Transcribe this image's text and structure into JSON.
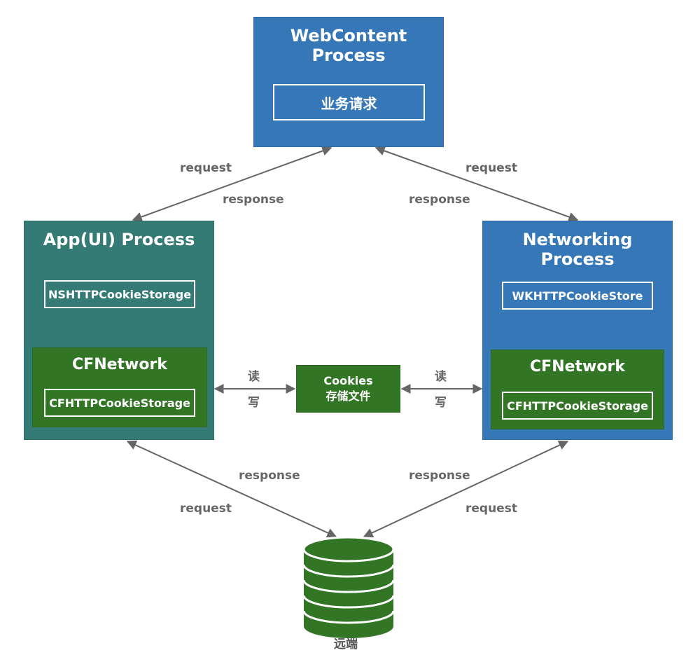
{
  "webcontent": {
    "title": "WebContent Process",
    "inner": "业务请求"
  },
  "app": {
    "title": "App(UI) Process",
    "storage": "NSHTTPCookieStorage",
    "cfnetwork": {
      "title": "CFNetwork",
      "storage": "CFHTTPCookieStorage"
    }
  },
  "networking": {
    "title": "Networking Process",
    "store": "WKHTTPCookieStore",
    "cfnetwork": {
      "title": "CFNetwork",
      "storage": "CFHTTPCookieStorage"
    }
  },
  "cookies": {
    "line1": "Cookies",
    "line2": "存储文件"
  },
  "rw": {
    "read": "读",
    "write": "写"
  },
  "labels": {
    "request": "request",
    "response": "response"
  },
  "remote": {
    "label": "远端"
  },
  "colors": {
    "blue": "#3677b8",
    "teal": "#347b76",
    "green": "#327625",
    "arrow": "#666666"
  }
}
